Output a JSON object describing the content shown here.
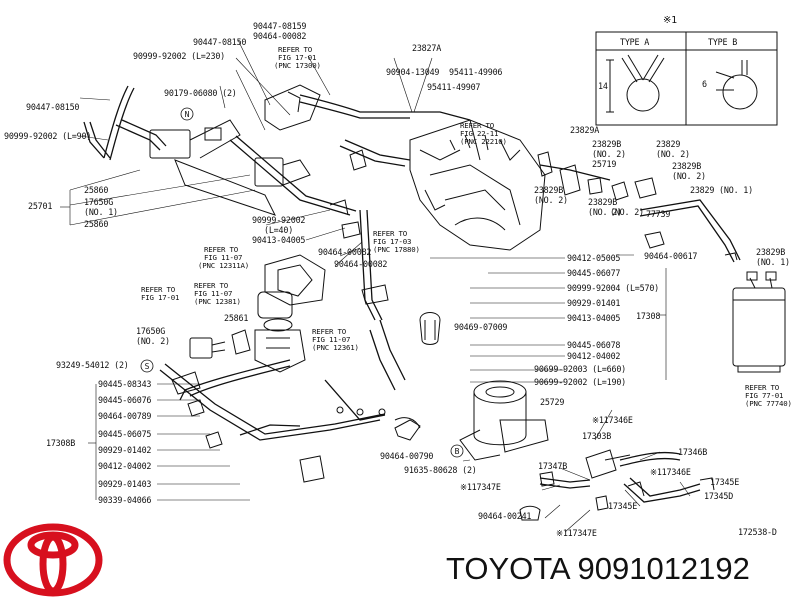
{
  "legend": {
    "note_mark": "※1",
    "type_a": "TYPE A",
    "type_b": "TYPE B",
    "dim_a": "14",
    "dim_b": "6"
  },
  "labels": {
    "p1": "90447-08159",
    "p2": "90464-00082",
    "p3": "90447-08150",
    "p4": "REFER TO",
    "p5": "FIG 17-01",
    "p6": "(PNC 17300)",
    "p7": "23827A",
    "p8": "90999-92002 (L=230)",
    "p9": "90904-13049",
    "p10": "95411-49906",
    "p11": "90179-06080 (2)",
    "p12": "95411-49907",
    "p13": "90447-08150",
    "p14": "REFER TO",
    "p15": "FIG 22-11",
    "p16": "(PNC 22210)",
    "p17": "90999-92002 (L=90)",
    "p18": "23829A",
    "p19": "23829B",
    "p20": "23829",
    "p21": "(NO. 2)",
    "p22": "(NO. 2)",
    "p23": "25719",
    "p24": "23829B",
    "p25": "(NO. 2)",
    "p26": "25860",
    "p27": "25701",
    "p28": "17650G",
    "p29": "(NO. 1)",
    "p30": "25860",
    "p31": "23829B",
    "p32": "23829B",
    "p33": "23829 (NO. 1)",
    "p34": "(NO. 2)",
    "p35": "(NO. 2)",
    "p36": "(NO. 2)",
    "p37": "77739",
    "p38": "90999-92002",
    "p39": "(L=40)",
    "p40": "90413-04005",
    "p41": "REFER TO",
    "p42": "FIG 17-03",
    "p43": "(PNC 17880)",
    "p44": "23829B",
    "p45": "(NO. 1)",
    "p46": "REFER TO",
    "p47": "FIG 11-07",
    "p48": "(PNC 12311A)",
    "p49": "90464-00082",
    "p50": "90464-00082",
    "p51": "90412-05005",
    "p52": "90464-00617",
    "p53": "REFER TO",
    "p54": "FIG 17-01",
    "p55": "REFER TO",
    "p56": "FIG 11-07",
    "p57": "(PNC 12381)",
    "p58": "90445-06077",
    "p59": "90999-92004 (L=570)",
    "p60": "90929-01401",
    "p61": "90413-04005",
    "p62": "17308",
    "p63": "25861",
    "p64": "17650G",
    "p65": "(NO. 2)",
    "p66": "REFER TO",
    "p67": "FIG 11-07",
    "p68": "(PNC 12361)",
    "p69": "90469-07009",
    "p70": "93249-54012 (2)",
    "p71": "90445-06078",
    "p72": "90412-04002",
    "p73": "90699-92003 (L=660)",
    "p74": "90699-92002 (L=190)",
    "p75": "90445-08343",
    "p76": "90445-06076",
    "p77": "90464-00789",
    "p78": "90445-06075",
    "p79": "17308B",
    "p80": "90929-01402",
    "p81": "90412-04002",
    "p82": "90929-01403",
    "p83": "90339-04066",
    "p84": "25729",
    "p85": "REFER TO",
    "p86": "FIG 77-01",
    "p87": "(PNC 77740)",
    "p88": "※117346E",
    "p89": "17303B",
    "p90": "17346B",
    "p91": "※117346E",
    "p92": "17347B",
    "p93": "17345E",
    "p94": "90464-00790",
    "p95": "91635-80628 (2)",
    "p96": "※117347E",
    "p97": "17345D",
    "p98": "17345E",
    "p99": "90464-00241",
    "p100": "※117347E",
    "p101": "172538-D"
  },
  "circle_marks": {
    "n": "N",
    "s": "S",
    "b": "B"
  },
  "footer": {
    "brand_text": "TOYOTA 9091012192"
  },
  "colors": {
    "logo_red": "#d7101e",
    "line": "#111111"
  }
}
